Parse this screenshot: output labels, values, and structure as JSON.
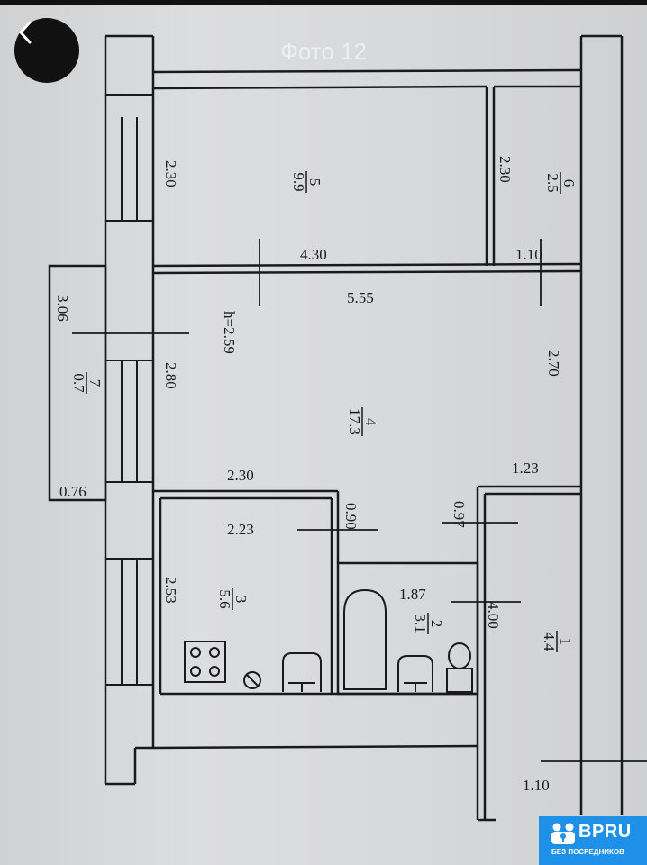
{
  "viewer": {
    "title": "Фото 12",
    "back_icon": "chevron-left-icon"
  },
  "watermark": {
    "brand": "BPRU",
    "tagline": "БЕЗ ПОСРЕДНИКОВ"
  },
  "plan": {
    "dimensions": {
      "room5_height": "2.30",
      "room5_width": "4.30",
      "room6_height": "2.30",
      "room6_width": "1.10",
      "hall_width": "5.55",
      "ceiling": "h=2.59",
      "balcony_length": "3.06",
      "balcony_width": "0.76",
      "room4_window_side": "2.80",
      "room4_right_side": "2.70",
      "kitchen_top": "2.30",
      "corridor_top": "1.23",
      "kitchen_width": "2.23",
      "kitchen_door": "0.90",
      "corridor_door": "0.97",
      "bath_width": "1.87",
      "kitchen_height": "2.53",
      "corridor_length": "4.00",
      "entry_width": "1.10"
    },
    "rooms": [
      {
        "num": "5",
        "area": "9.9"
      },
      {
        "num": "6",
        "area": "2.5"
      },
      {
        "num": "7",
        "area": "0.7"
      },
      {
        "num": "4",
        "area": "17.3"
      },
      {
        "num": "3",
        "area": "5.6"
      },
      {
        "num": "2",
        "area": "3.1"
      },
      {
        "num": "1",
        "area": "4.4"
      }
    ]
  }
}
